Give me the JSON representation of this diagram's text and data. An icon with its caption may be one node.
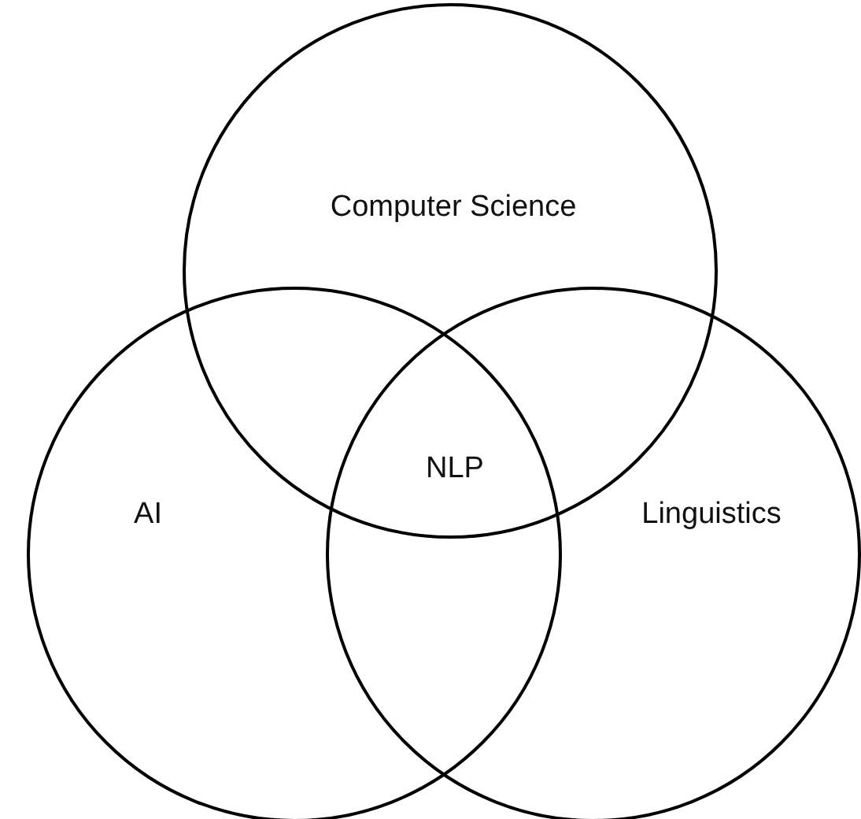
{
  "diagram": {
    "nodes": [
      {
        "text": [
          "Computer Science"
        ]
      },
      {
        "text": [
          "AI"
        ]
      },
      {
        "text": [
          "Linguistics"
        ]
      }
    ],
    "labels": [
      "NLP"
    ]
  }
}
